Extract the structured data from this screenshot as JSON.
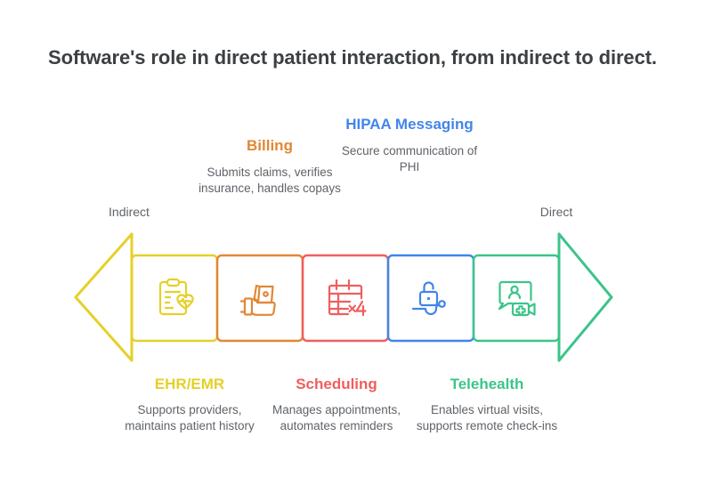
{
  "title": "Software's role in direct patient interaction, from indirect to direct.",
  "axis": {
    "left_label": "Indirect",
    "right_label": "Direct"
  },
  "colors": {
    "ehr_yellow": "#E5D029",
    "billing_orange": "#E28736",
    "scheduling_red": "#EF5E5E",
    "hipaa_blue": "#4285E8",
    "telehealth_green": "#3CC48A",
    "title_text": "#3c4043",
    "body_text": "#5f6368",
    "background": "#ffffff"
  },
  "stages": [
    {
      "id": "ehr",
      "label": "EHR/EMR",
      "description": "Supports providers, maintains patient history",
      "color": "#E5D029",
      "icon": "clipboard-heart-icon",
      "label_position": "below"
    },
    {
      "id": "billing",
      "label": "Billing",
      "description": "Submits claims, verifies insurance, handles copays",
      "color": "#E28736",
      "icon": "hand-card-payment-icon",
      "label_position": "above"
    },
    {
      "id": "scheduling",
      "label": "Scheduling",
      "description": "Manages appointments, automates reminders",
      "color": "#EF5E5E",
      "icon": "calendar-times-four-icon",
      "label_position": "below"
    },
    {
      "id": "hipaa",
      "label": "HIPAA Messaging",
      "description": "Secure communication of PHI",
      "color": "#4285E8",
      "icon": "padlock-secure-icon",
      "label_position": "above"
    },
    {
      "id": "telehealth",
      "label": "Telehealth",
      "description": "Enables virtual visits, supports remote check-ins",
      "color": "#3CC48A",
      "icon": "video-call-medical-icon",
      "label_position": "below"
    }
  ],
  "icon_glyph_text": {
    "scheduling_multiplier": "x4"
  }
}
